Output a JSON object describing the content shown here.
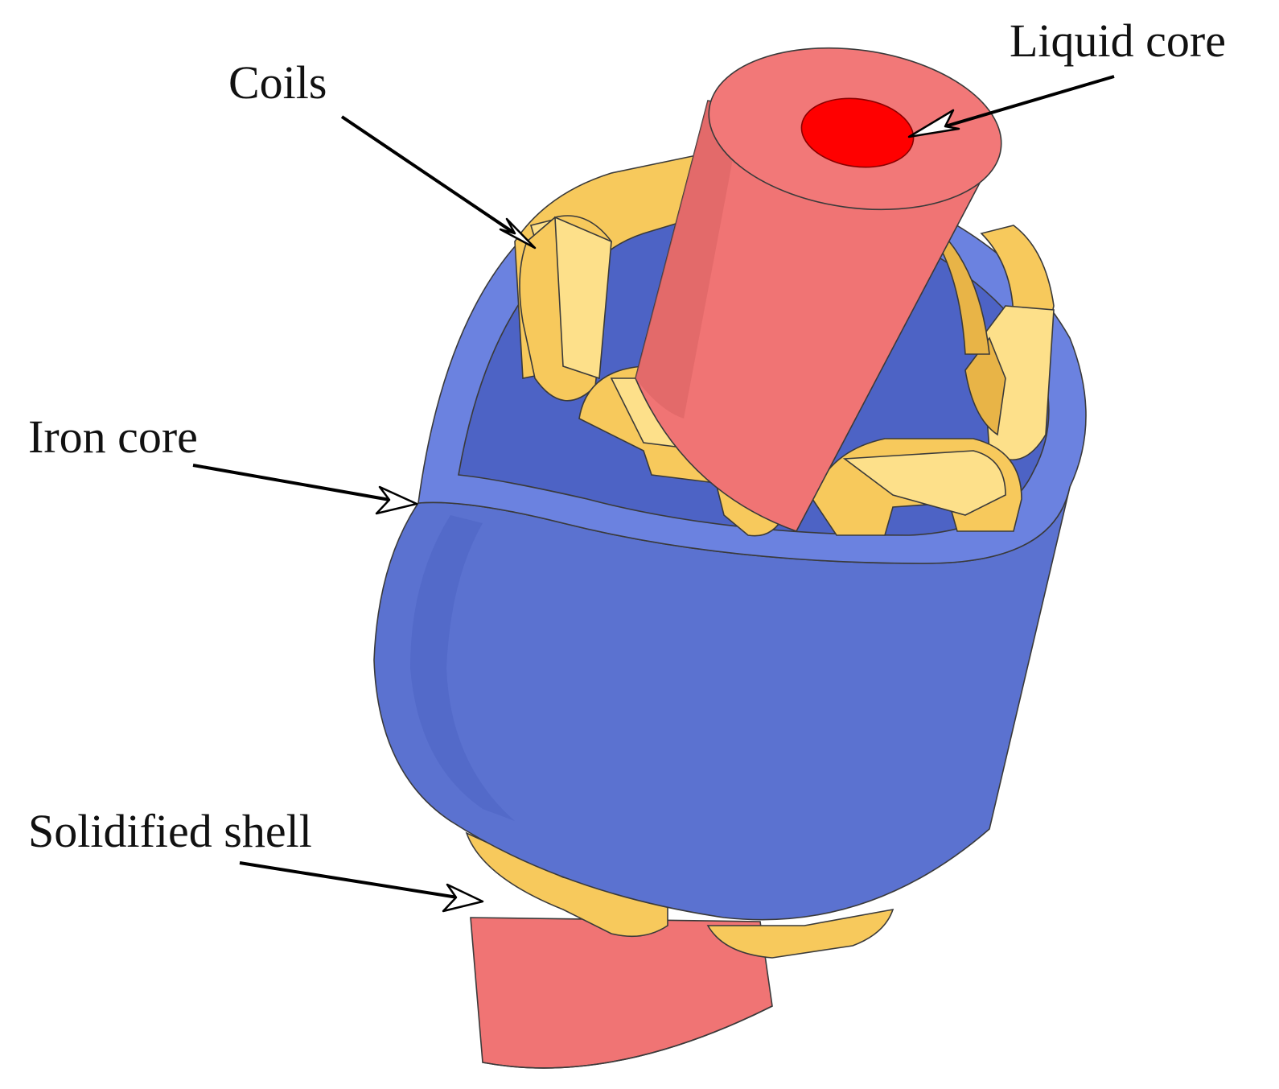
{
  "labels": {
    "liquid_core": "Liquid core",
    "coils": "Coils",
    "iron_core": "Iron core",
    "solidified_shell": "Solidified shell"
  },
  "colors": {
    "shell": "#f07474",
    "shell_dark": "#d66060",
    "liquid": "#ff0000",
    "iron": "#5b72d0",
    "iron_dark": "#4a5fc0",
    "coil": "#f7c95c",
    "coil_light": "#fde08a",
    "coil_dark": "#e8b447"
  }
}
